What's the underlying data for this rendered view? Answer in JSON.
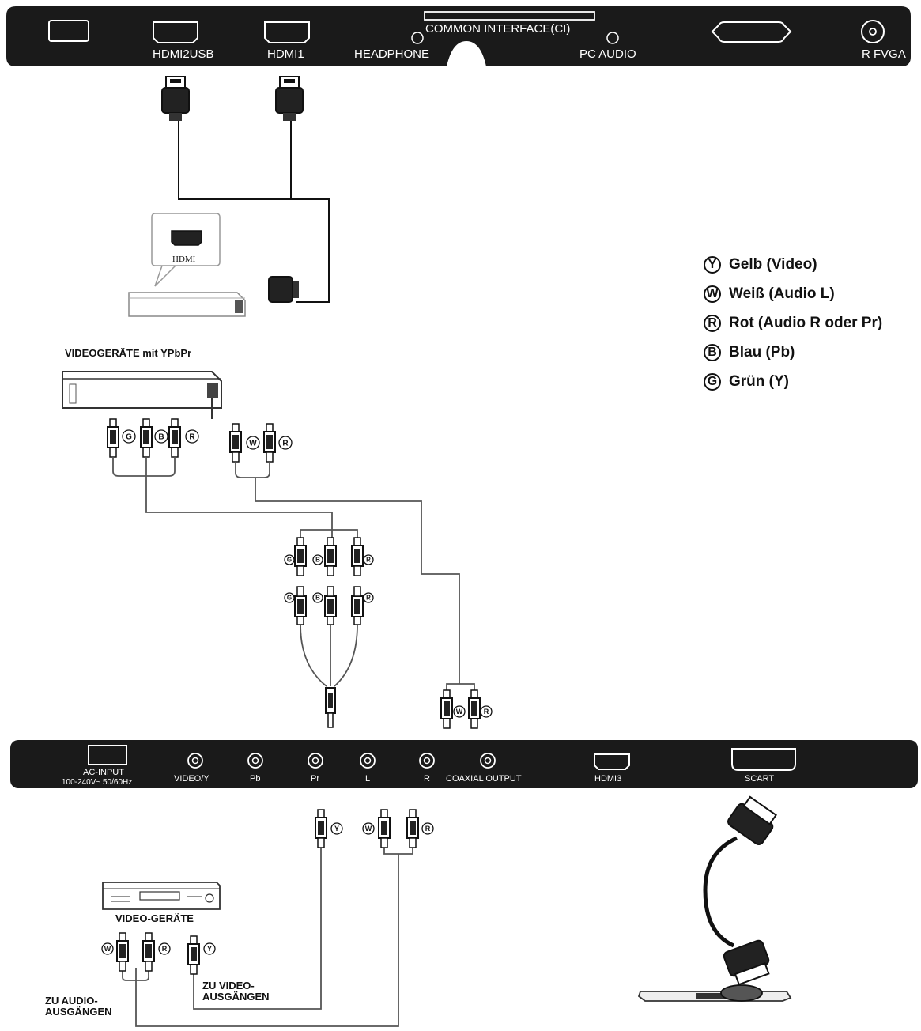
{
  "top_panel": {
    "ports": {
      "hdmi2usb": "HDMI2USB",
      "hdmi1": "HDMI1",
      "headphone": "HEADPHONE",
      "common_interface": "COMMON INTERFACE(CI)",
      "pc_audio": "PC AUDIO",
      "rf_vga": "R FVGA"
    }
  },
  "bottom_panel": {
    "ports": {
      "ac_input": "AC-INPUT",
      "ac_spec": "100-240V~ 50/60Hz",
      "video_y": "VIDEO/Y",
      "pb": "Pb",
      "pr": "Pr",
      "l": "L",
      "r": "R",
      "coaxial_output": "COAXIAL OUTPUT",
      "hdmi3": "HDMI3",
      "scart": "SCART"
    }
  },
  "hdmi_device": {
    "label": "HDMI"
  },
  "legend": [
    {
      "code": "Y",
      "text": "Gelb (Video)"
    },
    {
      "code": "W",
      "text": "Weiß (Audio L)"
    },
    {
      "code": "R",
      "text": "Rot (Audio R oder Pr)"
    },
    {
      "code": "B",
      "text": "Blau (Pb)"
    },
    {
      "code": "G",
      "text": "Grün (Y)"
    }
  ],
  "captions": {
    "ypbpr_device": "VIDEOGERÄTE mit YPbPr",
    "video_devices": "VIDEO-GERÄTE",
    "audio_out_line1": "ZU AUDIO-",
    "audio_out_line2": "AUSGÄNGEN",
    "video_out_line1": "ZU VIDEO-",
    "video_out_line2": "AUSGÄNGEN"
  },
  "plug_codes": {
    "g": "G",
    "b": "B",
    "r": "R",
    "w": "W",
    "y": "Y"
  }
}
